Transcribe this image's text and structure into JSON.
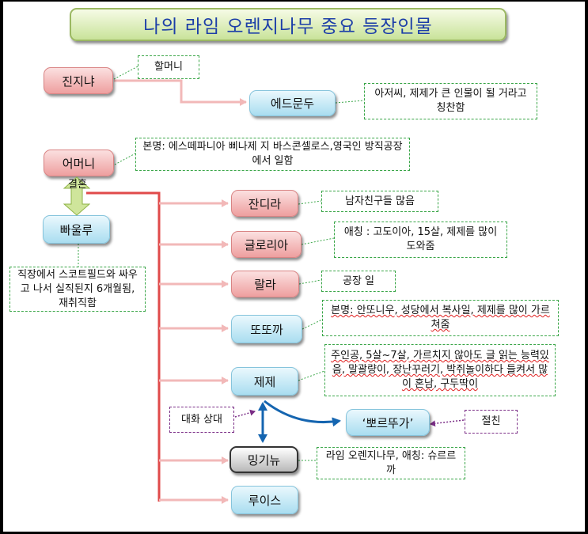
{
  "title": "나의 라임 오렌지나무 중요 등장인물",
  "nodes": {
    "jinjinya": "진지냐",
    "edmundo": "에드문두",
    "mother": "어머니",
    "paulo": "빠울루",
    "jandira": "잔디라",
    "gloria": "글로리아",
    "lala": "랄라",
    "totoca": "또또까",
    "zeze": "제제",
    "minguinho": "밍기뉴",
    "luis": "루이스",
    "portuga": "‘뽀르뚜가’"
  },
  "notes": {
    "grandmother": "할머니",
    "edmundo": "아저씨, 제제가 큰 인물이 될 거라고 칭찬함",
    "mother": "본명: 에스떼파니아 삐나제 지 바스콘셀로스,영국인 방직공장에서 일함",
    "marriage": "결혼",
    "paulo": "직장에서 스코트필드와 싸우고 나서 실직된지 6개월됨, 재취직함",
    "jandira": "남자친구들 많음",
    "gloria": "애칭 : 고도이아, 15살, 제제를 많이 도와줌",
    "lala": "공장 일",
    "totoca": "본명: 안또니우, 성당에서 복사일, 제제를 많이 가르쳐줌",
    "zeze": "주인공, 5살~7살, 가르치지 않아도 글 읽는 능력있음, 말괄량이, 장난꾸러기, 박쥐놀이하다 들켜서 많이 혼남, 구두딱이",
    "conversation": "대화 상대",
    "best_friend": "절친",
    "minguinho": "라임 오렌지나무, 애칭: 슈르르까"
  },
  "colors": {
    "title_text": "#1c3ea8",
    "family_link": "#e04a4a",
    "child_arrow": "#f2b8b8",
    "relation_arrow": "#1565b0",
    "note_border": "#3aa648",
    "dialog_border": "#7a2d86"
  }
}
